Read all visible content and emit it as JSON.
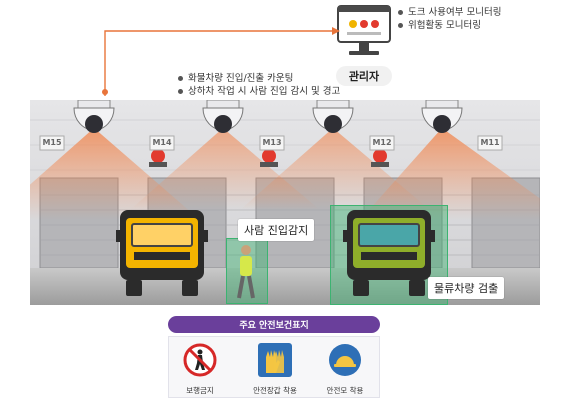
{
  "monitor_bullets": [
    "도크 사용여부 모니터링",
    "위험활동 모니터링"
  ],
  "admin_label": "관리자",
  "camera_bullets": [
    "화물차량 진입/진출 카운팅",
    "상하차 작업 시 사람 진입 감시 및 경고"
  ],
  "dock_numbers": [
    "M15",
    "M14",
    "M13",
    "M12",
    "M11"
  ],
  "detections": {
    "person": "사람 진입감지",
    "vehicle": "물류차량 검출"
  },
  "safety_signs": {
    "title": "주요 안전보건표지",
    "items": [
      {
        "label": "보행금지",
        "icon": "no-pedestrian-icon"
      },
      {
        "label": "안전장갑 착용",
        "icon": "safety-gloves-icon"
      },
      {
        "label": "안전모 착용",
        "icon": "hard-hat-icon"
      }
    ]
  },
  "colors": {
    "accent": "#e8743a",
    "purple": "#6a3f9b",
    "detection_green": "#3cb371",
    "truck_yellow": "#f4b400"
  }
}
